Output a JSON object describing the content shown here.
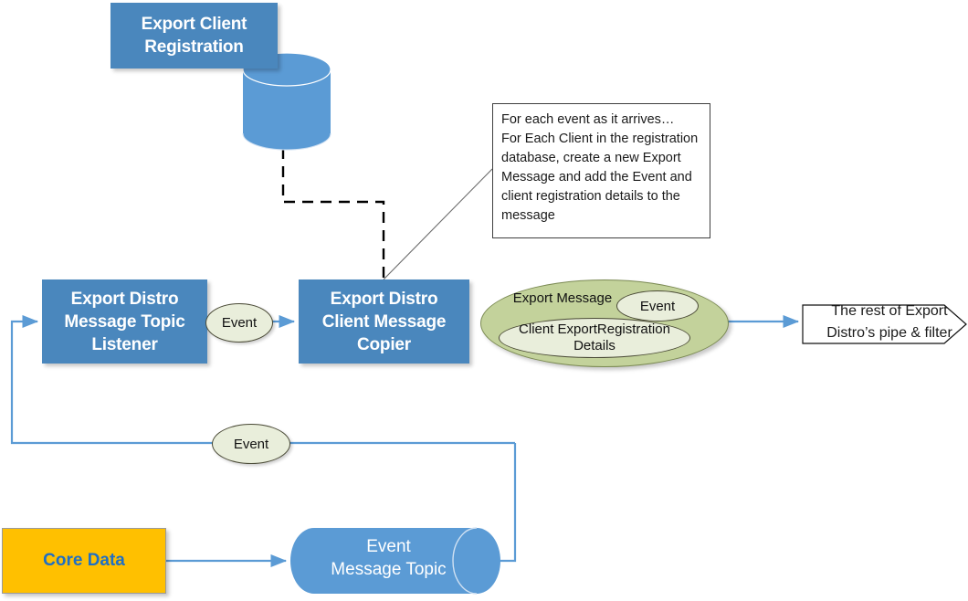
{
  "diagram": {
    "title": "Export Distro message flow",
    "colors": {
      "process_blue": "#4a87bd",
      "cylinder_blue": "#5b9bd5",
      "message_green": "#c3d29b",
      "pill_cream": "#e9eedb",
      "core_data_orange": "#ffc000",
      "core_data_text_blue": "#1f6fc4",
      "connector_blue": "#5b9bd5",
      "dashed_black": "#000000"
    }
  },
  "nodes": {
    "registration_box": {
      "label": "Export Client Registration",
      "line1": "Export Client",
      "line2": "Registration"
    },
    "registration_db": {
      "label": "",
      "shape": "cylinder"
    },
    "listener": {
      "label": "Export Distro Message Topic Listener",
      "line1": "Export Distro",
      "line2": "Message Topic",
      "line3": "Listener"
    },
    "copier": {
      "label": "Export Distro Client Message Copier",
      "line1": "Export Distro",
      "line2": "Client Message",
      "line3": "Copier"
    },
    "core_data": {
      "label": "Core Data"
    },
    "event_message_topic": {
      "label": "Event Message Topic",
      "line1": "Event",
      "line2": "Message Topic",
      "shape": "cylinder"
    }
  },
  "message_ellipse": {
    "title": "Export Message",
    "inner_event": "Event",
    "inner_details": "Client ExportRegistration Details"
  },
  "pills": {
    "event_1": "Event",
    "event_2": "Event"
  },
  "note": {
    "line1": "For each event as it arrives…",
    "line2": "For Each Client in the registration",
    "line3": "database, create a new Export",
    "line4": "Message and add the Event and",
    "line5": "client registration details to the",
    "line6": "message"
  },
  "chevron": {
    "line1": "The rest of Export",
    "line2": "Distro’s pipe & filter"
  }
}
